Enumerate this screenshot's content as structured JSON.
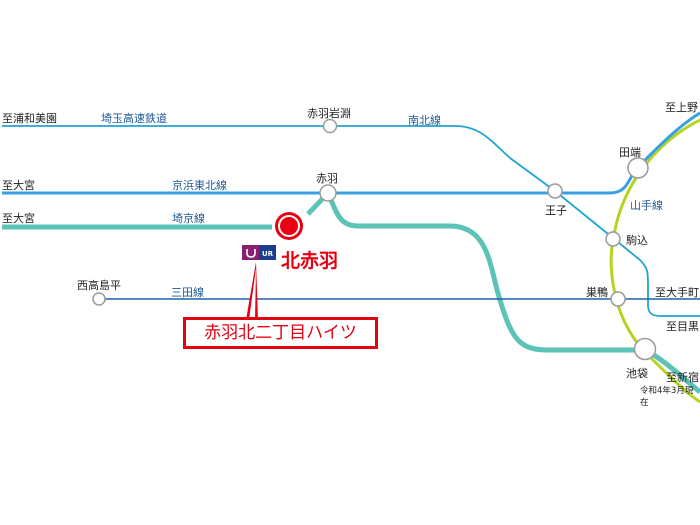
{
  "colors": {
    "saitama_namboku": "#1fa5d2",
    "keihin_tohoku": "#3a9fe2",
    "saikyo": "#5cc3b9",
    "yamanote": "#b5d320",
    "mita": "#1f63a8",
    "highlight": "#e60012",
    "ur_purple": "#8a1f6e",
    "ur_blue": "#1a3d8f"
  },
  "destinations": {
    "urawa_misono": "至浦和美園",
    "omiya_1": "至大宮",
    "omiya_2": "至大宮",
    "ueno": "至上野",
    "otemachi": "至大手町",
    "meguro": "至目黒",
    "shinjuku": "至新宿"
  },
  "lines": {
    "saitama_railway": "埼玉高速鉄道",
    "namboku": "南北線",
    "keihin_tohoku": "京浜東北線",
    "saikyo": "埼京線",
    "yamanote": "山手線",
    "mita": "三田線"
  },
  "stations": {
    "akabane_iwabuchi": "赤羽岩淵",
    "akabane": "赤羽",
    "oji": "王子",
    "tabata": "田端",
    "komagome": "駒込",
    "sugamo": "巣鴨",
    "ikebukuro": "池袋",
    "nishitakashimadaira": "西高島平",
    "kita_akabane": "北赤羽"
  },
  "property": {
    "name": "赤羽北二丁目ハイツ",
    "logo_text": "UR"
  },
  "note": "令和4年3月現在"
}
